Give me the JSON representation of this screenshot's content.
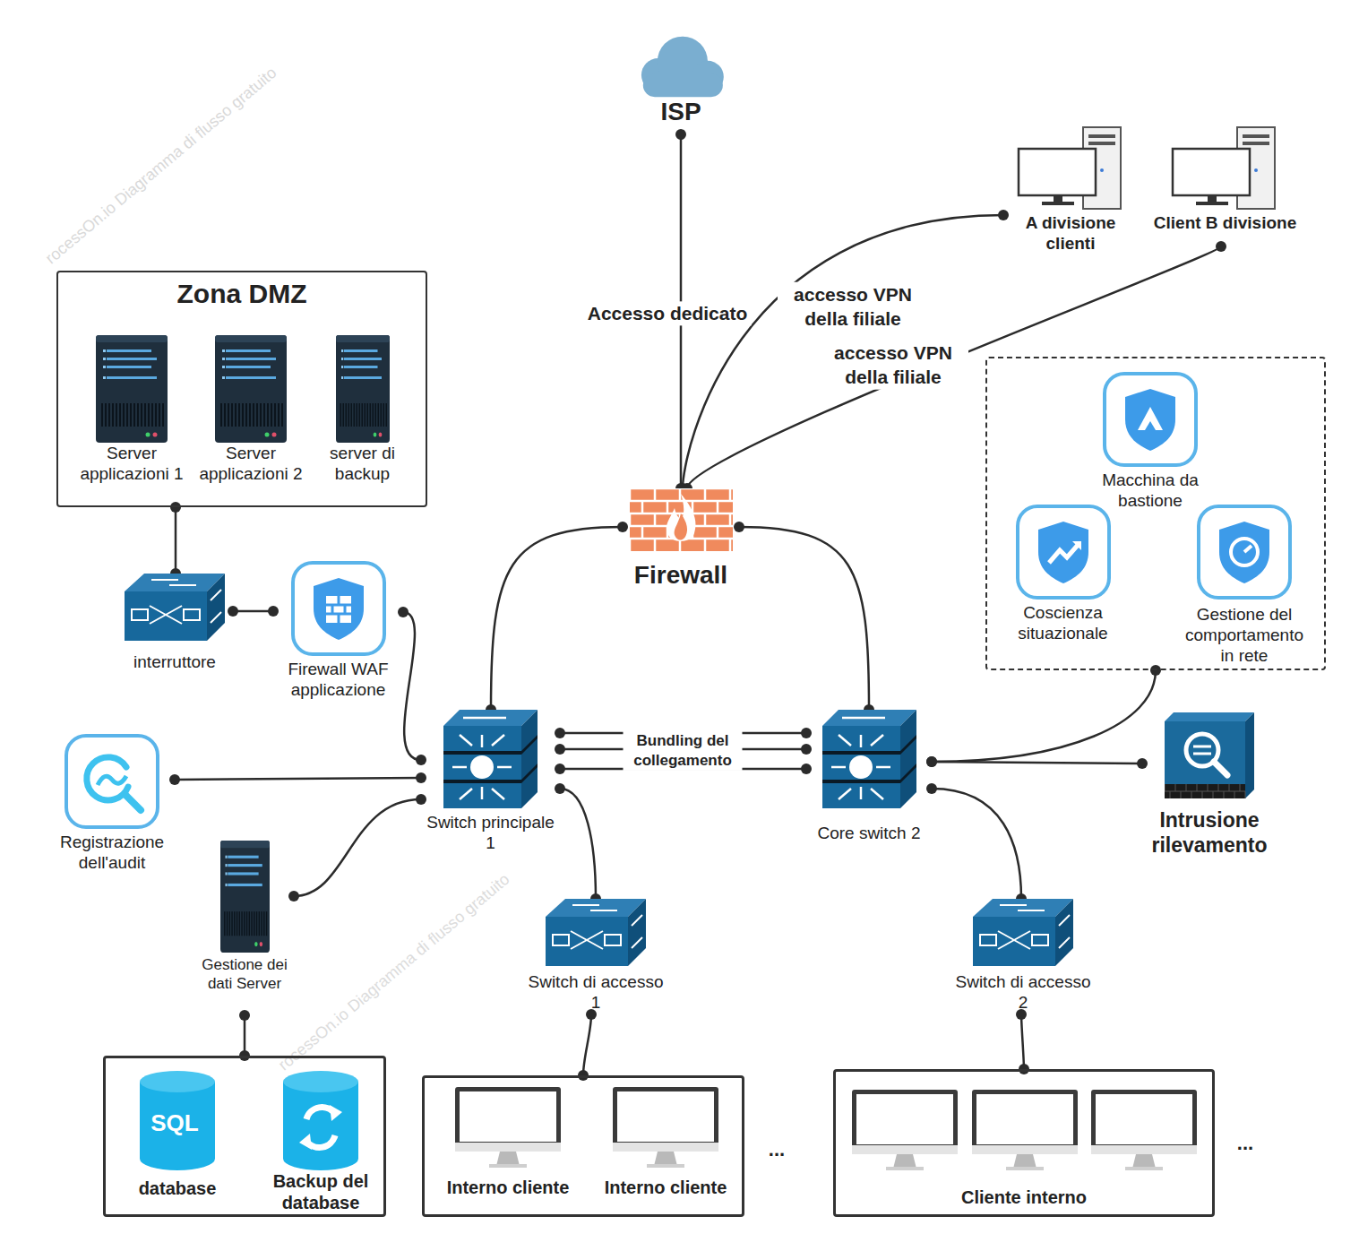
{
  "diagram": {
    "nodes": [
      {
        "text": [
          "ISP"
        ]
      },
      {
        "text": [
          "A divisione clienti"
        ]
      },
      {
        "text": [
          "Client B divisione"
        ]
      },
      {
        "text": [
          "Zona DMZ"
        ]
      },
      {
        "text": [
          "Server applicazioni 1"
        ],
        "in": 3
      },
      {
        "text": [
          "Server applicazioni 2"
        ],
        "in": 3
      },
      {
        "text": [
          "server di backup"
        ],
        "in": 3
      },
      {
        "text": []
      },
      {
        "text": [
          "Macchina da bastione"
        ],
        "in": 7
      },
      {
        "text": [
          "Coscienza situazionale"
        ],
        "in": 7
      },
      {
        "text": [
          "Gestione del comportamento in rete"
        ],
        "in": 7
      },
      {
        "text": [
          "Firewall"
        ]
      },
      {
        "text": [
          "interruttore"
        ]
      },
      {
        "text": [
          "Firewall WAF applicazione"
        ]
      },
      {
        "text": [
          "Registrazione dell'audit"
        ]
      },
      {
        "text": [
          "Switch principale 1"
        ]
      },
      {
        "text": [
          "Core switch 2"
        ]
      },
      {
        "text": [
          "Intrusione rilevamento"
        ]
      },
      {
        "text": [
          "Gestione dei dati Server"
        ]
      },
      {
        "text": [
          "Switch di accesso 1"
        ]
      },
      {
        "text": [
          "Switch di accesso 2"
        ]
      },
      {
        "text": []
      },
      {
        "text": [
          "database"
        ],
        "in": 21
      },
      {
        "text": [
          "Backup del database"
        ],
        "in": 21
      },
      {
        "text": []
      },
      {
        "text": [
          "Interno cliente"
        ],
        "in": 24
      },
      {
        "text": [
          "Interno cliente"
        ],
        "in": 24
      },
      {
        "text": [
          "Cliente interno"
        ]
      }
    ],
    "edges": [
      {
        "from": 0,
        "to": 11,
        "arrow": "none",
        "label": "Accesso dedicato"
      },
      {
        "from": 11,
        "to": 1,
        "arrow": "none",
        "label": "accesso VPN della filiale"
      },
      {
        "from": 11,
        "to": 2,
        "arrow": "none",
        "label": "accesso VPN della filiale"
      },
      {
        "from": 3,
        "to": 12,
        "arrow": "none"
      },
      {
        "from": 12,
        "to": 13,
        "arrow": "none"
      },
      {
        "from": 13,
        "to": 15,
        "arrow": "none"
      },
      {
        "from": 14,
        "to": 15,
        "arrow": "none"
      },
      {
        "from": 11,
        "to": 15,
        "arrow": "none"
      },
      {
        "from": 11,
        "to": 16,
        "arrow": "none"
      },
      {
        "from": 15,
        "to": 16,
        "arrow": "none",
        "label": "Bundling del collegamento"
      },
      {
        "from": 18,
        "to": 15,
        "arrow": "none"
      },
      {
        "from": 15,
        "to": 19,
        "arrow": "none"
      },
      {
        "from": 18,
        "to": 21,
        "arrow": "none"
      },
      {
        "from": 19,
        "to": 24,
        "arrow": "none"
      },
      {
        "from": 16,
        "to": 7,
        "arrow": "none"
      },
      {
        "from": 16,
        "to": 17,
        "arrow": "none"
      },
      {
        "from": 16,
        "to": 20,
        "arrow": "none"
      },
      {
        "from": 20,
        "to": 27,
        "arrow": "none"
      }
    ],
    "labels": [
      "SQL",
      "...",
      "...",
      "rocessOn.io Diagramma di flusso gratuito",
      "rocessOn.io Diagramma di flusso gratuito"
    ]
  }
}
